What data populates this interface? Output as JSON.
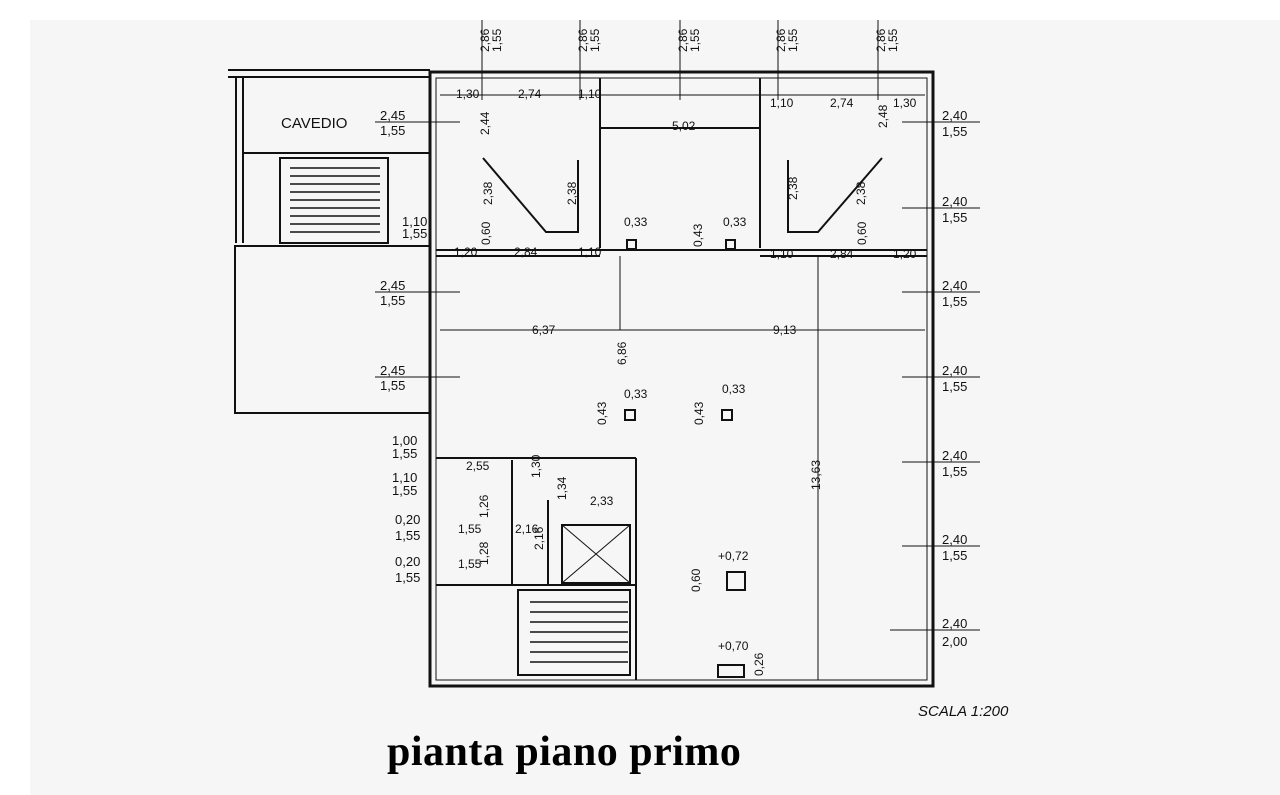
{
  "title": "pianta piano primo",
  "labels": {
    "cavedio": "CAVEDIO",
    "scale": "SCALA 1:200"
  },
  "top_dims": [
    {
      "h": "2,86",
      "s": "1,55"
    },
    {
      "h": "2,86",
      "s": "1,55"
    },
    {
      "h": "2,86",
      "s": "1,55"
    },
    {
      "h": "2,86",
      "s": "1,55"
    },
    {
      "h": "2,86",
      "s": "1,55"
    }
  ],
  "window_dims_right": [
    {
      "h": "2,40",
      "s": "1,55"
    },
    {
      "h": "2,40",
      "s": "1,55"
    },
    {
      "h": "2,40",
      "s": "1,55"
    },
    {
      "h": "2,40",
      "s": "1,55"
    },
    {
      "h": "2,40",
      "s": "1,55"
    },
    {
      "h": "2,40",
      "s": "1,55"
    },
    {
      "h": "2,40",
      "s": "2,00"
    }
  ],
  "window_dims_left": [
    {
      "h": "2,45",
      "s": "1,55"
    },
    {
      "h": "1,10",
      "s": "1,55"
    },
    {
      "h": "2,45",
      "s": "1,55"
    },
    {
      "h": "2,45",
      "s": "1,55"
    },
    {
      "h": "1,00",
      "s": "1,55"
    },
    {
      "h": "1,10",
      "s": "1,55"
    },
    {
      "h": "0,20",
      "s": "1,55"
    },
    {
      "h": "0,20",
      "s": "1,55"
    }
  ],
  "dims": {
    "top_130_left": "1,30",
    "top_274_left": "2,74",
    "top_110_left": "1,10",
    "top_110_right": "1,10",
    "top_274_right": "2,74",
    "top_130_right": "1,30",
    "w502": "5,02",
    "d244": "2,44",
    "d248": "2,48",
    "d238a": "2,38",
    "d238b": "2,38",
    "d238c": "2,38",
    "d238d": "2,38",
    "d060a": "0,60",
    "d060b": "0,60",
    "p033a": "0,33",
    "p033b": "0,33",
    "p043a": "0,43",
    "r120": "1,20",
    "r284": "2,84",
    "r110a": "1,10",
    "r110b": "1,10",
    "r284b": "2,84",
    "r120b": "1,20",
    "w637": "6,37",
    "w913": "9,13",
    "h686": "6,86",
    "p033c": "0,33",
    "p033d": "0,33",
    "p043b": "0,43",
    "p043c": "0,43",
    "h1363": "13,63",
    "s255": "2,55",
    "s130": "1,30",
    "s134": "1,34",
    "s233": "2,33",
    "s126": "1,26",
    "s155a": "1,55",
    "s216": "2,16",
    "s155b": "1,55",
    "s216b": "2,16",
    "s128": "1,28",
    "lvl072": "+0,72",
    "d060c": "0,60",
    "lvl070": "+0,70",
    "d026": "0,26"
  }
}
